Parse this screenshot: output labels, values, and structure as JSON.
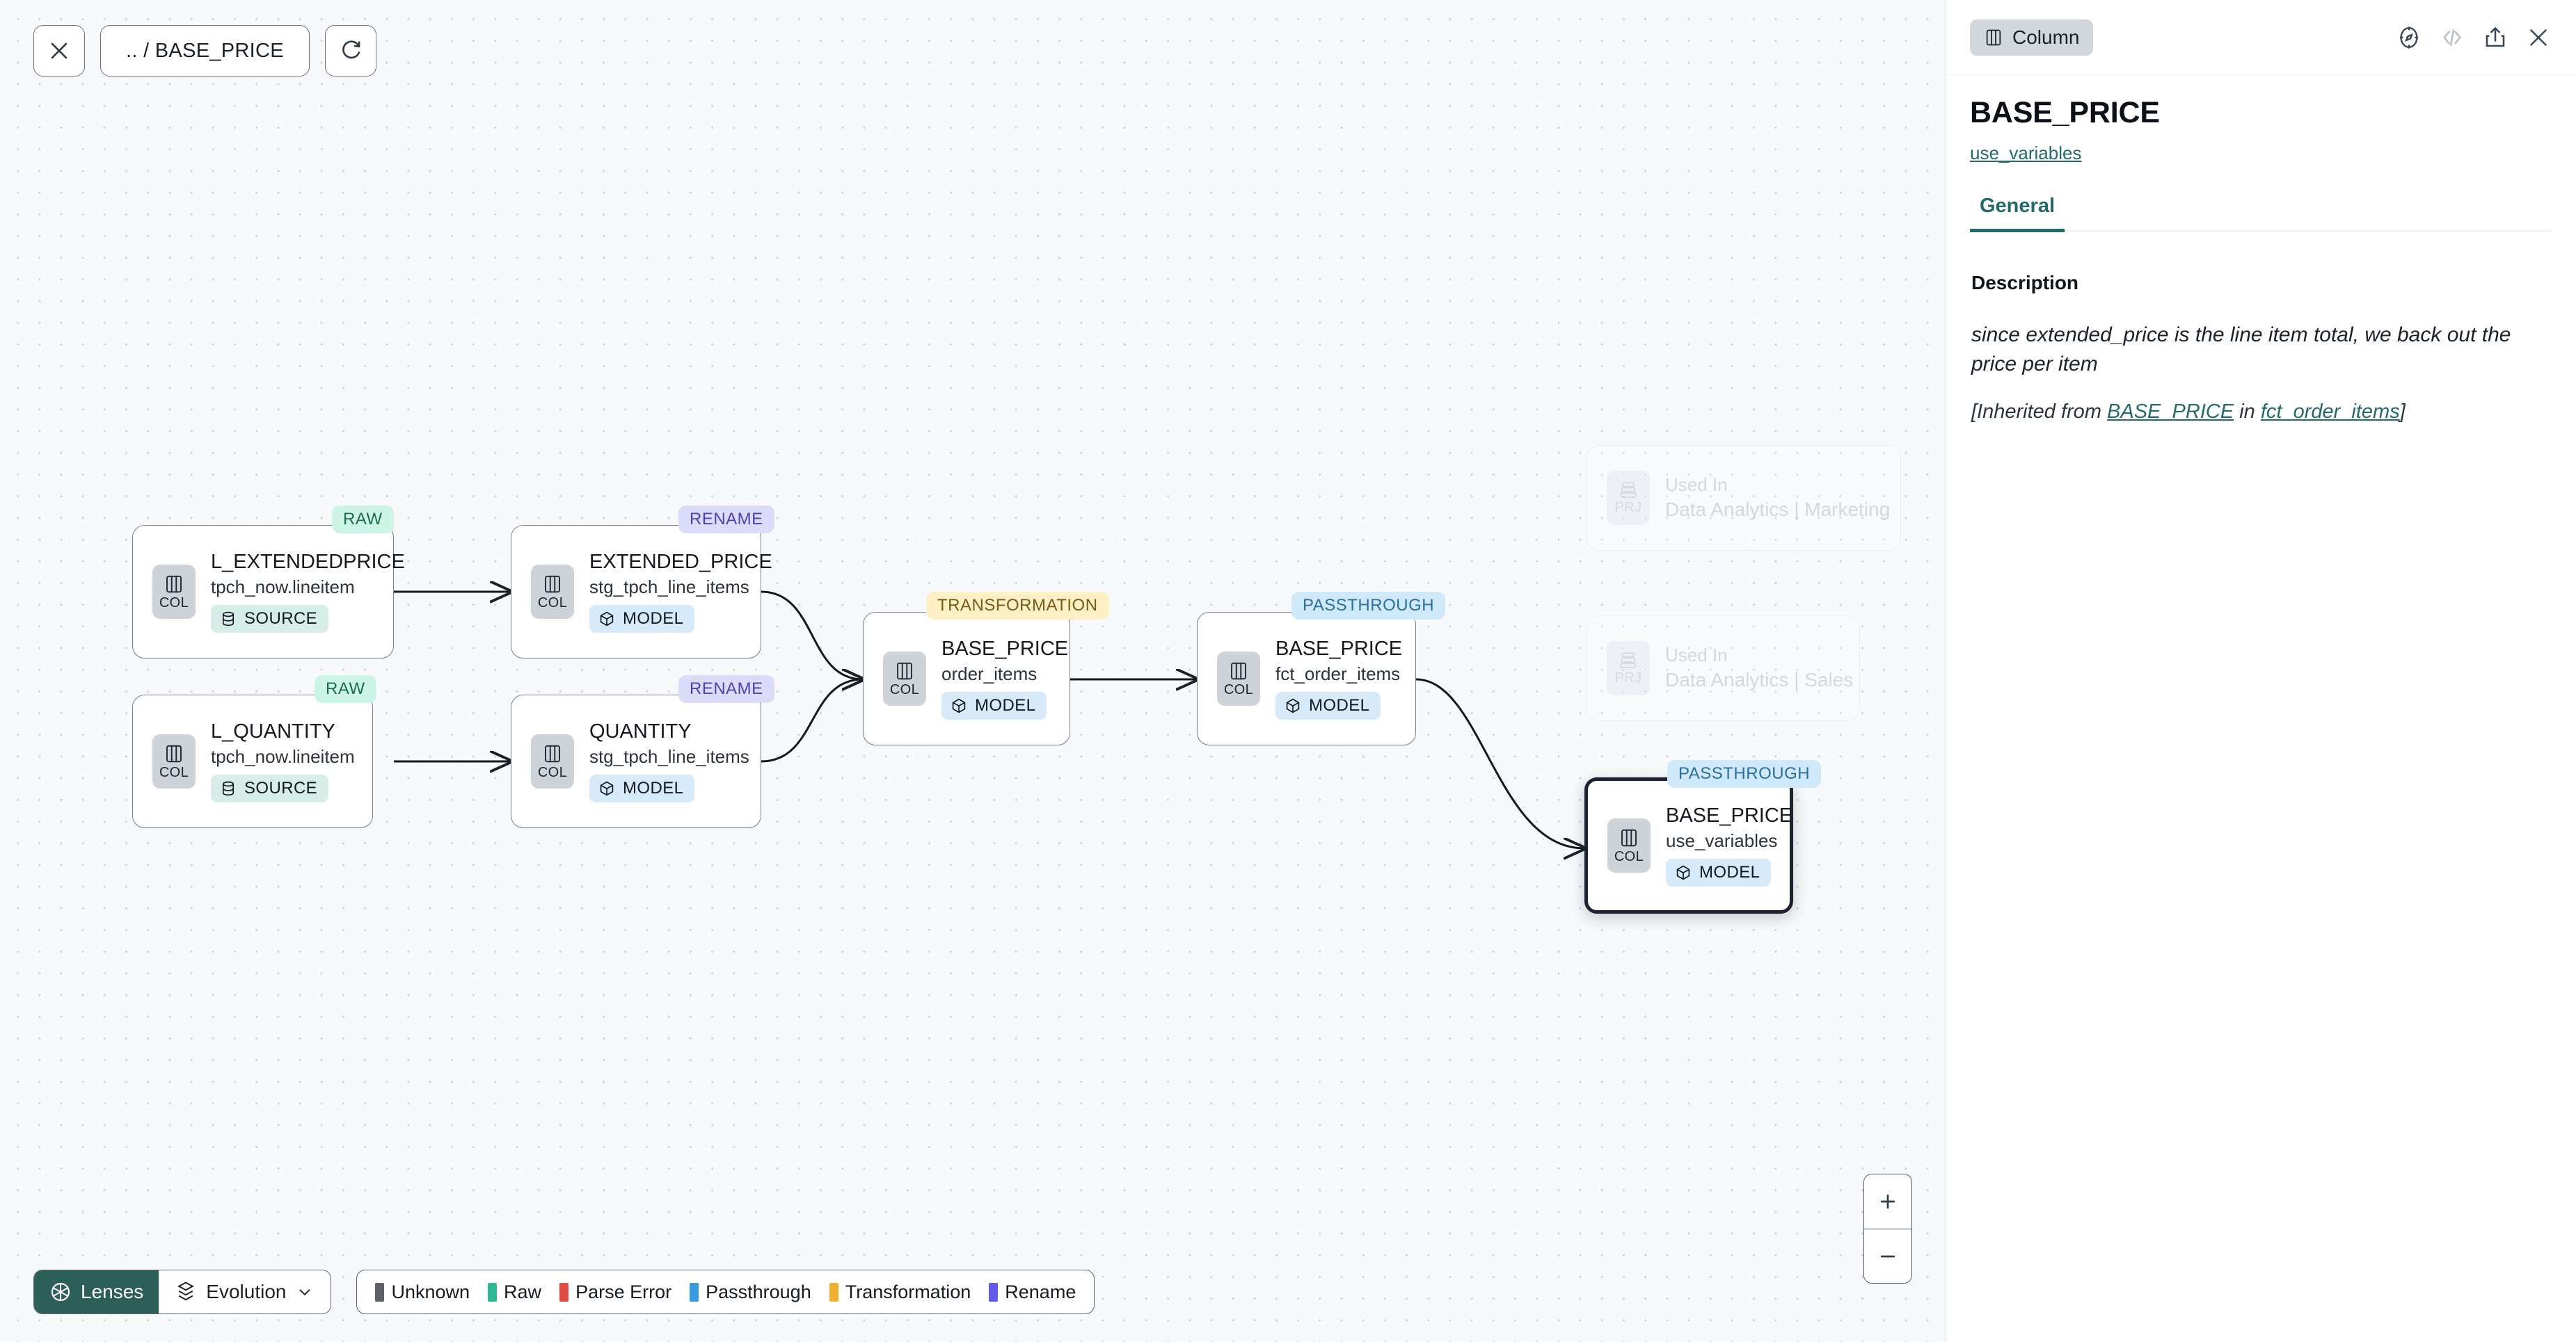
{
  "toolbar": {
    "close_label": "close-icon",
    "breadcrumb": ".. / BASE_PRICE",
    "refresh_label": "refresh-icon"
  },
  "canvas": {
    "nodes": [
      {
        "id": "l_extendedprice",
        "badge": "RAW",
        "badge_kind": "raw",
        "icon_label": "COL",
        "title": "L_EXTENDEDPRICE",
        "subtitle": "tpch_now.lineitem",
        "pill": "SOURCE",
        "pill_kind": "source",
        "selected": false
      },
      {
        "id": "l_quantity",
        "badge": "RAW",
        "badge_kind": "raw",
        "icon_label": "COL",
        "title": "L_QUANTITY",
        "subtitle": "tpch_now.lineitem",
        "pill": "SOURCE",
        "pill_kind": "source",
        "selected": false
      },
      {
        "id": "extended_price",
        "badge": "RENAME",
        "badge_kind": "rename",
        "icon_label": "COL",
        "title": "EXTENDED_PRICE",
        "subtitle": "stg_tpch_line_items",
        "pill": "MODEL",
        "pill_kind": "model",
        "selected": false
      },
      {
        "id": "quantity",
        "badge": "RENAME",
        "badge_kind": "rename",
        "icon_label": "COL",
        "title": "QUANTITY",
        "subtitle": "stg_tpch_line_items",
        "pill": "MODEL",
        "pill_kind": "model",
        "selected": false
      },
      {
        "id": "order_items",
        "badge": "TRANSFORMATION",
        "badge_kind": "trans",
        "icon_label": "COL",
        "title": "BASE_PRICE",
        "subtitle": "order_items",
        "pill": "MODEL",
        "pill_kind": "model",
        "selected": false
      },
      {
        "id": "fct_order_items",
        "badge": "PASSTHROUGH",
        "badge_kind": "pass",
        "icon_label": "COL",
        "title": "BASE_PRICE",
        "subtitle": "fct_order_items",
        "pill": "MODEL",
        "pill_kind": "model",
        "selected": false
      },
      {
        "id": "use_variables",
        "badge": "PASSTHROUGH",
        "badge_kind": "pass",
        "icon_label": "COL",
        "title": "BASE_PRICE",
        "subtitle": "use_variables",
        "pill": "MODEL",
        "pill_kind": "model",
        "selected": true
      }
    ],
    "ghost_cards": [
      {
        "icon_label": "PRJ",
        "top": "Used In",
        "name": "Data Analytics | Marketing"
      },
      {
        "icon_label": "PRJ",
        "top": "Used In",
        "name": "Data Analytics | Sales"
      }
    ],
    "zoom_in": "+",
    "zoom_out": "–"
  },
  "bottombar": {
    "lenses_label": "Lenses",
    "evolution_label": "Evolution",
    "legend": [
      {
        "label": "Unknown",
        "color": "#5e6268"
      },
      {
        "label": "Raw",
        "color": "#2eb894"
      },
      {
        "label": "Parse Error",
        "color": "#e14b43"
      },
      {
        "label": "Passthrough",
        "color": "#3a9ae0"
      },
      {
        "label": "Transformation",
        "color": "#eeb030"
      },
      {
        "label": "Rename",
        "color": "#6059ef"
      }
    ]
  },
  "panel": {
    "chip_label": "Column",
    "title": "BASE_PRICE",
    "link": "use_variables",
    "tab": "General",
    "description_label": "Description",
    "description": "since extended_price is the line item total, we back out the price per item",
    "inherit_prefix": "[Inherited from ",
    "inherit_col": "BASE_PRICE",
    "inherit_mid": " in ",
    "inherit_model": "fct_order_items",
    "inherit_suffix": "]"
  },
  "colors": {
    "accent_teal": "#236b6b",
    "lenses_bg": "#2b5f58",
    "canvas_bg": "#f7f9fb"
  }
}
